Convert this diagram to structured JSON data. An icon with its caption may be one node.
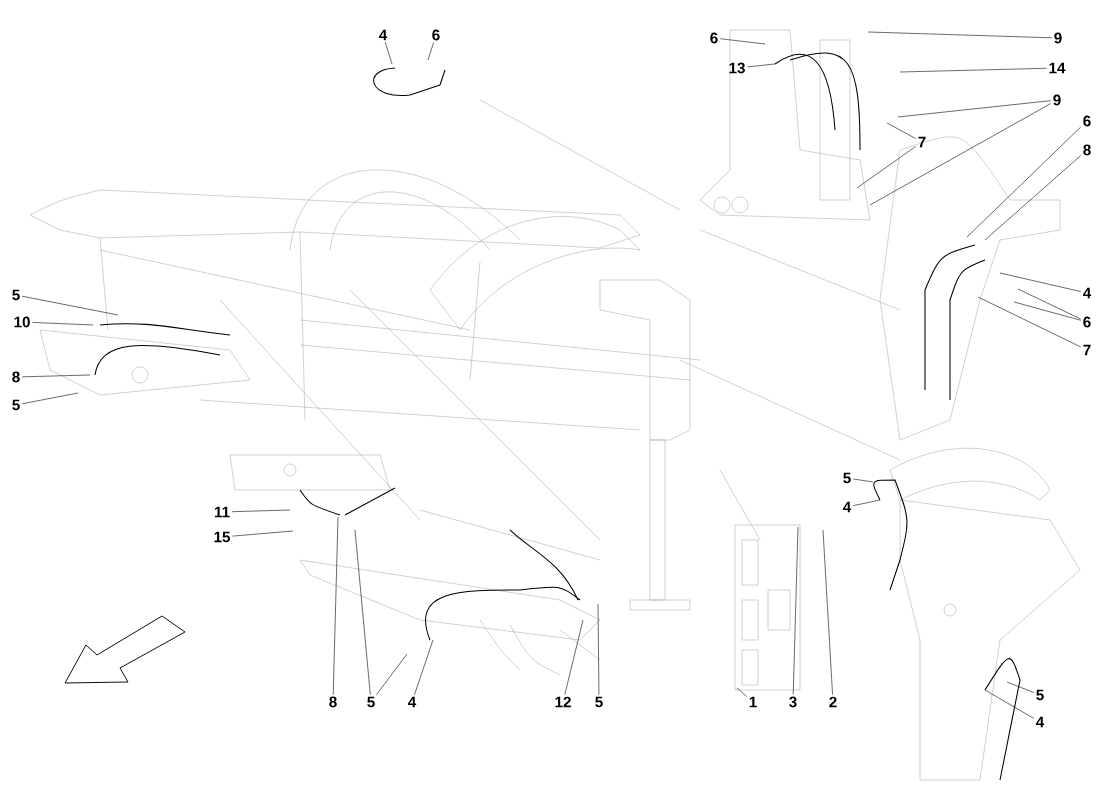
{
  "diagram": {
    "nodes": [
      {
        "text": [
          "4"
        ]
      },
      {
        "text": [
          "6"
        ]
      },
      {
        "text": [
          "6"
        ]
      },
      {
        "text": [
          "9"
        ]
      },
      {
        "text": [
          "13"
        ]
      },
      {
        "text": [
          "14"
        ]
      },
      {
        "text": [
          "9"
        ]
      },
      {
        "text": [
          "7"
        ]
      },
      {
        "text": [
          "6"
        ]
      },
      {
        "text": [
          "8"
        ]
      },
      {
        "text": [
          "4"
        ]
      },
      {
        "text": [
          "6"
        ]
      },
      {
        "text": [
          "7"
        ]
      },
      {
        "text": [
          "5"
        ]
      },
      {
        "text": [
          "10"
        ]
      },
      {
        "text": [
          "8"
        ]
      },
      {
        "text": [
          "5"
        ]
      },
      {
        "text": [
          "11"
        ]
      },
      {
        "text": [
          "15"
        ]
      },
      {
        "text": [
          "5"
        ]
      },
      {
        "text": [
          "4"
        ]
      },
      {
        "text": [
          "5"
        ]
      },
      {
        "text": [
          "4"
        ]
      },
      {
        "text": [
          "8"
        ]
      },
      {
        "text": [
          "5"
        ]
      },
      {
        "text": [
          "4"
        ]
      },
      {
        "text": [
          "12"
        ]
      },
      {
        "text": [
          "5"
        ]
      },
      {
        "text": [
          "1"
        ]
      },
      {
        "text": [
          "3"
        ]
      },
      {
        "text": [
          "2"
        ]
      }
    ],
    "edges": [
      {
        "from": 0,
        "to": null,
        "arrow": "none"
      },
      {
        "from": 1,
        "to": null,
        "arrow": "none"
      },
      {
        "from": 2,
        "to": null,
        "arrow": "none"
      },
      {
        "from": 3,
        "to": null,
        "arrow": "none"
      },
      {
        "from": 4,
        "to": null,
        "arrow": "none"
      },
      {
        "from": 5,
        "to": null,
        "arrow": "none"
      },
      {
        "from": 6,
        "to": null,
        "arrow": "none"
      },
      {
        "from": 6,
        "to": null,
        "arrow": "none"
      },
      {
        "from": 7,
        "to": null,
        "arrow": "none"
      },
      {
        "from": 7,
        "to": null,
        "arrow": "none"
      },
      {
        "from": 8,
        "to": null,
        "arrow": "none"
      },
      {
        "from": 9,
        "to": null,
        "arrow": "none"
      },
      {
        "from": 10,
        "to": null,
        "arrow": "none"
      },
      {
        "from": 11,
        "to": null,
        "arrow": "none"
      },
      {
        "from": 11,
        "to": null,
        "arrow": "none"
      },
      {
        "from": 12,
        "to": null,
        "arrow": "none"
      },
      {
        "from": 13,
        "to": null,
        "arrow": "none"
      },
      {
        "from": 14,
        "to": null,
        "arrow": "none"
      },
      {
        "from": 15,
        "to": null,
        "arrow": "none"
      },
      {
        "from": 16,
        "to": null,
        "arrow": "none"
      },
      {
        "from": 17,
        "to": null,
        "arrow": "none"
      },
      {
        "from": 18,
        "to": null,
        "arrow": "none"
      },
      {
        "from": 19,
        "to": null,
        "arrow": "none"
      },
      {
        "from": 20,
        "to": null,
        "arrow": "none"
      },
      {
        "from": 21,
        "to": null,
        "arrow": "none"
      },
      {
        "from": 22,
        "to": null,
        "arrow": "none"
      },
      {
        "from": 23,
        "to": null,
        "arrow": "none"
      },
      {
        "from": 24,
        "to": null,
        "arrow": "none"
      },
      {
        "from": 24,
        "to": null,
        "arrow": "none"
      },
      {
        "from": 25,
        "to": null,
        "arrow": "none"
      },
      {
        "from": 26,
        "to": null,
        "arrow": "none"
      },
      {
        "from": 27,
        "to": null,
        "arrow": "none"
      },
      {
        "from": 28,
        "to": null,
        "arrow": "none"
      },
      {
        "from": 29,
        "to": null,
        "arrow": "none"
      },
      {
        "from": 30,
        "to": null,
        "arrow": "none"
      }
    ]
  }
}
